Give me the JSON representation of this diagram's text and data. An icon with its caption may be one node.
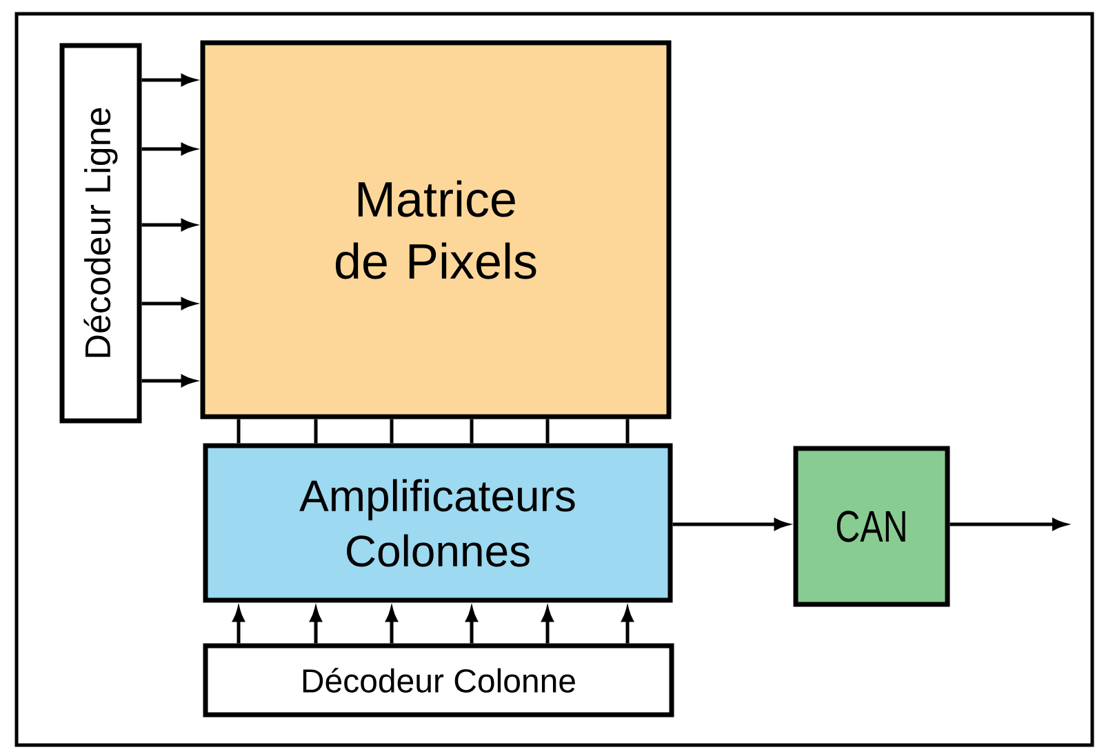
{
  "diagram": {
    "nodes": [
      {
        "text": [
          "Décodeur Ligne"
        ]
      },
      {
        "text": [
          "Matrice de Pixels"
        ]
      },
      {
        "text": [
          "Amplificateurs Colonnes"
        ]
      },
      {
        "text": [
          "CAN"
        ]
      },
      {
        "text": [
          "Décodeur Colonne"
        ]
      }
    ],
    "edges": [
      {
        "from": 0,
        "to": 1,
        "arrow": "to"
      },
      {
        "from": 0,
        "to": 1,
        "arrow": "to"
      },
      {
        "from": 0,
        "to": 1,
        "arrow": "to"
      },
      {
        "from": 0,
        "to": 1,
        "arrow": "to"
      },
      {
        "from": 0,
        "to": 1,
        "arrow": "to"
      },
      {
        "from": 1,
        "to": 2,
        "arrow": "none"
      },
      {
        "from": 1,
        "to": 2,
        "arrow": "none"
      },
      {
        "from": 1,
        "to": 2,
        "arrow": "none"
      },
      {
        "from": 1,
        "to": 2,
        "arrow": "none"
      },
      {
        "from": 1,
        "to": 2,
        "arrow": "none"
      },
      {
        "from": 1,
        "to": 2,
        "arrow": "none"
      },
      {
        "from": 4,
        "to": 2,
        "arrow": "to"
      },
      {
        "from": 4,
        "to": 2,
        "arrow": "to"
      },
      {
        "from": 4,
        "to": 2,
        "arrow": "to"
      },
      {
        "from": 4,
        "to": 2,
        "arrow": "to"
      },
      {
        "from": 4,
        "to": 2,
        "arrow": "to"
      },
      {
        "from": 4,
        "to": 2,
        "arrow": "to"
      },
      {
        "from": 2,
        "to": 3,
        "arrow": "to"
      },
      {
        "from": 3,
        "to": null,
        "arrow": "to"
      }
    ]
  }
}
